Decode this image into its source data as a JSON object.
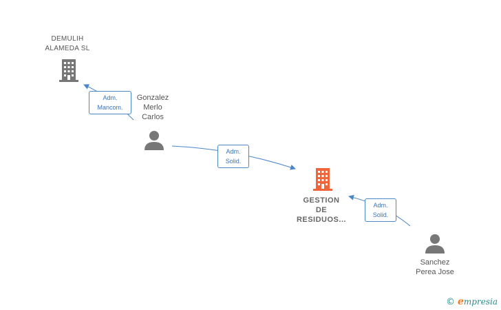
{
  "nodes": {
    "demulih": {
      "line1": "DEMULIH",
      "line2": "ALAMEDA SL",
      "color": "#777777"
    },
    "gonzalez": {
      "line1": "Gonzalez",
      "line2": "Merlo",
      "line3": "Carlos",
      "color": "#777777"
    },
    "gestion": {
      "line1": "GESTION",
      "line2": "DE",
      "line3": "RESIDUOS...",
      "color": "#f0663a"
    },
    "sanchez": {
      "line1": "Sanchez",
      "line2": "Perea Jose",
      "color": "#777777"
    }
  },
  "edges": {
    "gonzalez_demulih": {
      "line1": "Adm.",
      "line2": "Mancom."
    },
    "gonzalez_gestion": {
      "line1": "Adm.",
      "line2": "Solid."
    },
    "sanchez_gestion": {
      "line1": "Adm.",
      "line2": "Solid."
    }
  },
  "footer": {
    "copyright": "©",
    "brand_rest": "mpresia",
    "brand_initial": "e"
  },
  "colors": {
    "edge": "#4a86c8",
    "person": "#777777",
    "company_main": "#f0663a"
  }
}
